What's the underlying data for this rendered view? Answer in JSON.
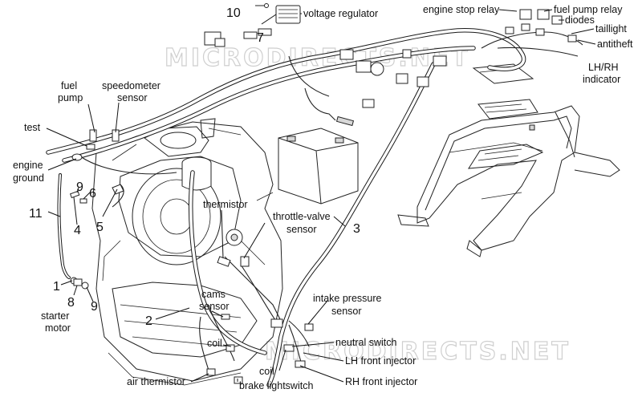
{
  "labels": {
    "voltage_regulator": "voltage regulator",
    "engine_stop_relay": "engine stop relay",
    "fuel_pump_relay": "fuel pump relay",
    "diodes": "diodes",
    "taillight": "taillight",
    "antitheft": "antitheft",
    "lh_rh_indicator_1": "LH/RH",
    "lh_rh_indicator_2": "indicator",
    "fuel_pump_1": "fuel",
    "fuel_pump_2": "pump",
    "speedometer_sensor_1": "speedometer",
    "speedometer_sensor_2": "sensor",
    "test": "test",
    "engine_ground_1": "engine",
    "engine_ground_2": "ground",
    "thermistor": "thermistor",
    "throttle_valve_sensor_1": "throttle-valve",
    "throttle_valve_sensor_2": "sensor",
    "cams_sensor_1": "cams",
    "cams_sensor_2": "sensor",
    "intake_pressure_sensor_1": "intake pressure",
    "intake_pressure_sensor_2": "sensor",
    "neutral_switch": "neutral switch",
    "lh_front_injector": "LH front injector",
    "rh_front_injector": "RH front injector",
    "coil_upper": "coil",
    "coil_lower": "coil",
    "air_thermistor": "air thermistor",
    "brake_lightswitch": "brake lightswitch",
    "starter_motor_1": "starter",
    "starter_motor_2": "motor"
  },
  "callouts": {
    "n1": "1",
    "n2": "2",
    "n3": "3",
    "n4": "4",
    "n5": "5",
    "n6": "6",
    "n7": "7",
    "n8": "8",
    "n9a": "9",
    "n9b": "9",
    "n10": "10",
    "n11": "11"
  },
  "watermarks": {
    "top": "MICRODIRECTS.NET",
    "bottom": "MICRODIRECTS.NET"
  }
}
